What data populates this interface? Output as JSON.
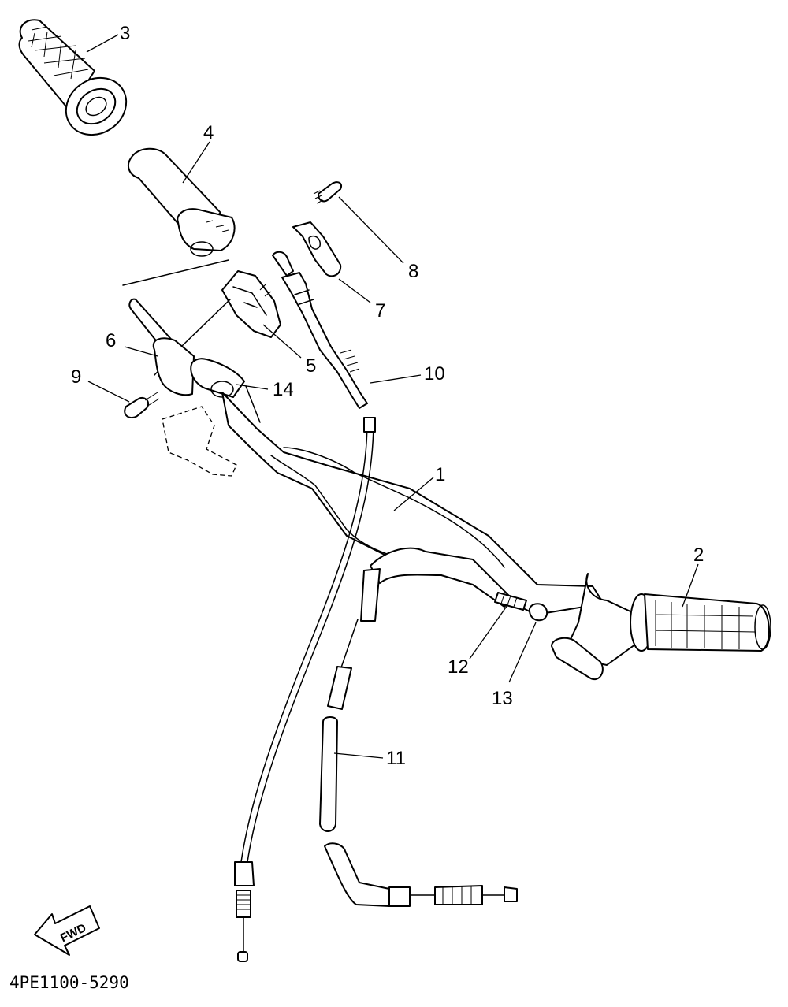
{
  "diagram": {
    "part_code": "4PE1100-5290",
    "fwd_label": "FWD",
    "callouts": [
      {
        "id": "1",
        "label": "1"
      },
      {
        "id": "2",
        "label": "2"
      },
      {
        "id": "3",
        "label": "3"
      },
      {
        "id": "4",
        "label": "4"
      },
      {
        "id": "5",
        "label": "5"
      },
      {
        "id": "6",
        "label": "6"
      },
      {
        "id": "7",
        "label": "7"
      },
      {
        "id": "8",
        "label": "8"
      },
      {
        "id": "9",
        "label": "9"
      },
      {
        "id": "10",
        "label": "10"
      },
      {
        "id": "11",
        "label": "11"
      },
      {
        "id": "12",
        "label": "12"
      },
      {
        "id": "13",
        "label": "13"
      },
      {
        "id": "14",
        "label": "14"
      }
    ]
  }
}
